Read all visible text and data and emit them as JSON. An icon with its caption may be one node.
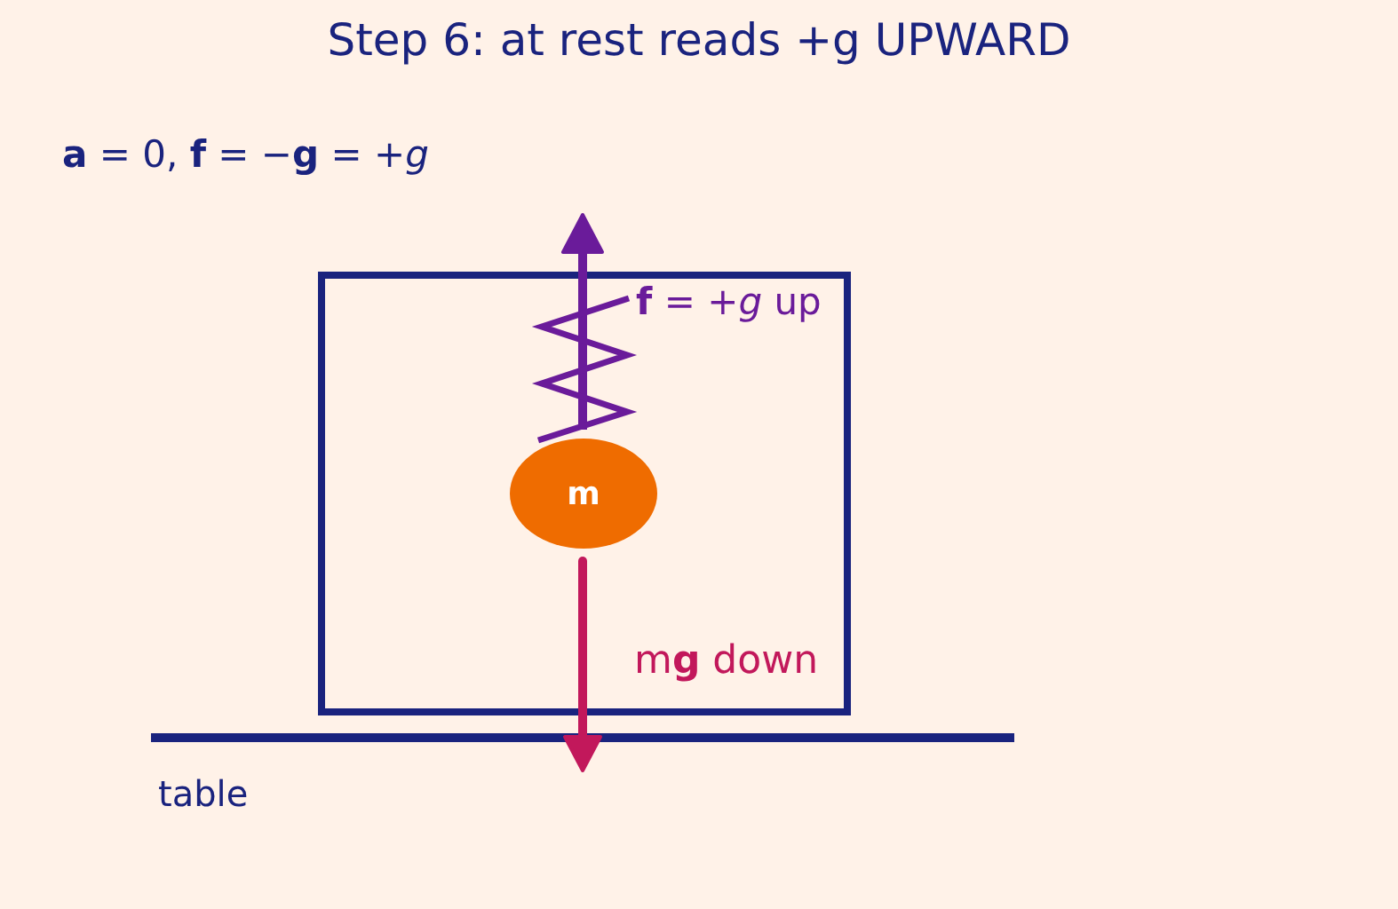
{
  "diagram": {
    "title": "Step 6: at rest reads +g UPWARD",
    "nodes": [
      {
        "text": [],
        "shape": "box"
      },
      {
        "text": [
          "m"
        ],
        "in": 0
      }
    ],
    "labels": [
      "**a** = 0, **f** = −**g** = +*g*",
      "**f** = +*g* up",
      "m**g** down",
      "table"
    ]
  }
}
